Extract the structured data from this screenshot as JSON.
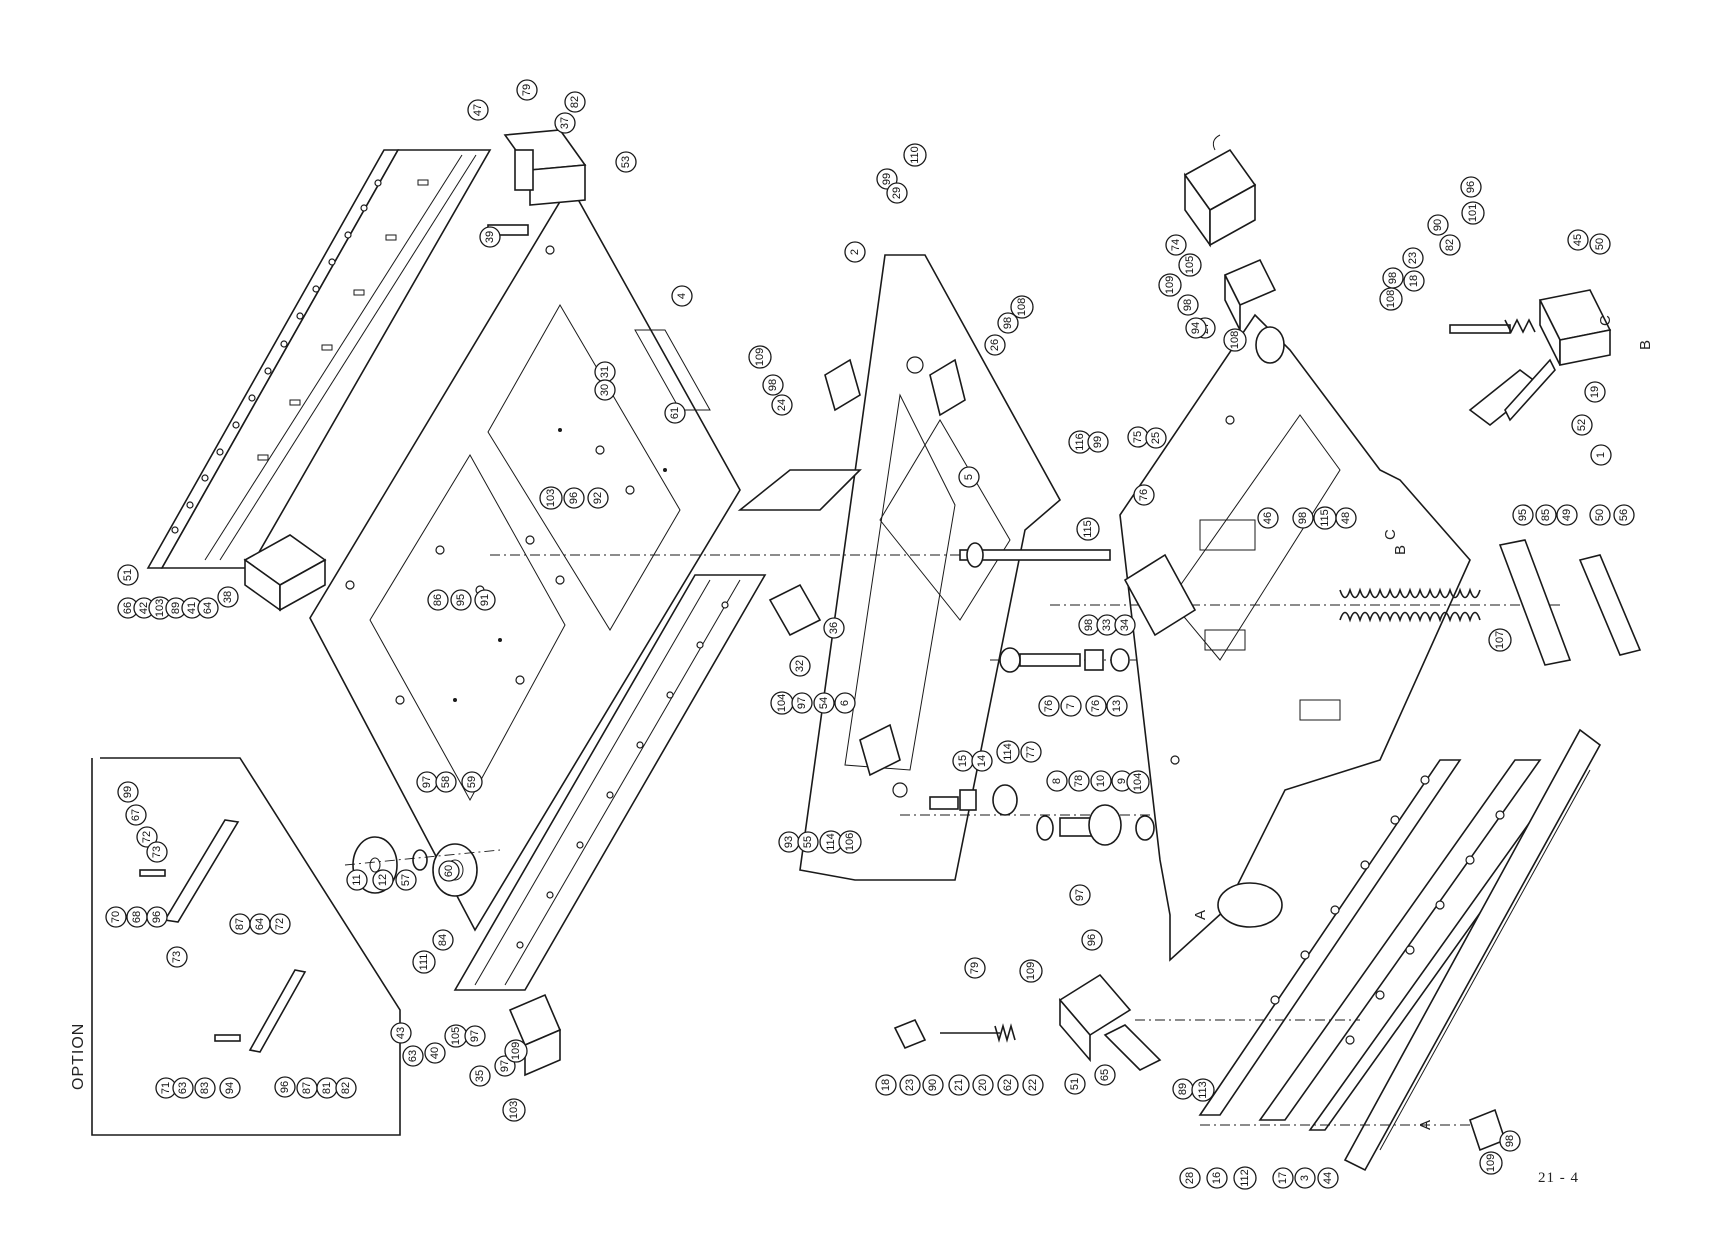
{
  "page": {
    "page_number": "21 - 4",
    "option_label": "OPTION"
  },
  "view_letters": [
    "A",
    "B",
    "C"
  ],
  "callouts": [
    "110",
    "99",
    "29",
    "2",
    "109",
    "98",
    "24",
    "108",
    "98",
    "26",
    "4",
    "61",
    "31",
    "30",
    "103",
    "96",
    "92",
    "79",
    "47",
    "82",
    "37",
    "53",
    "39",
    "51",
    "66",
    "42",
    "103",
    "89",
    "41",
    "64",
    "38",
    "86",
    "95",
    "91",
    "74",
    "105",
    "27",
    "108",
    "109",
    "98",
    "94",
    "116",
    "99",
    "75",
    "25",
    "108",
    "98",
    "18",
    "23",
    "82",
    "90",
    "101",
    "96",
    "50",
    "45",
    "52",
    "19",
    "1",
    "76",
    "46",
    "98",
    "115",
    "48",
    "95",
    "85",
    "49",
    "50",
    "56",
    "5",
    "115",
    "98",
    "33",
    "34",
    "107",
    "36",
    "32",
    "104",
    "97",
    "54",
    "6",
    "76",
    "7",
    "76",
    "13",
    "15",
    "14",
    "114",
    "77",
    "8",
    "78",
    "10",
    "9",
    "104",
    "97",
    "93",
    "55",
    "114",
    "106",
    "97",
    "58",
    "59",
    "11",
    "12",
    "57",
    "60",
    "84",
    "111",
    "99",
    "67",
    "72",
    "73",
    "70",
    "68",
    "96",
    "87",
    "64",
    "72",
    "73",
    "71",
    "63",
    "83",
    "94",
    "96",
    "87",
    "81",
    "82",
    "79",
    "109",
    "96",
    "18",
    "23",
    "90",
    "21",
    "20",
    "62",
    "22",
    "51",
    "65",
    "43",
    "63",
    "40",
    "105",
    "97",
    "35",
    "97",
    "109",
    "103",
    "89",
    "113",
    "28",
    "16",
    "112",
    "17",
    "3",
    "44",
    "98",
    "109"
  ]
}
